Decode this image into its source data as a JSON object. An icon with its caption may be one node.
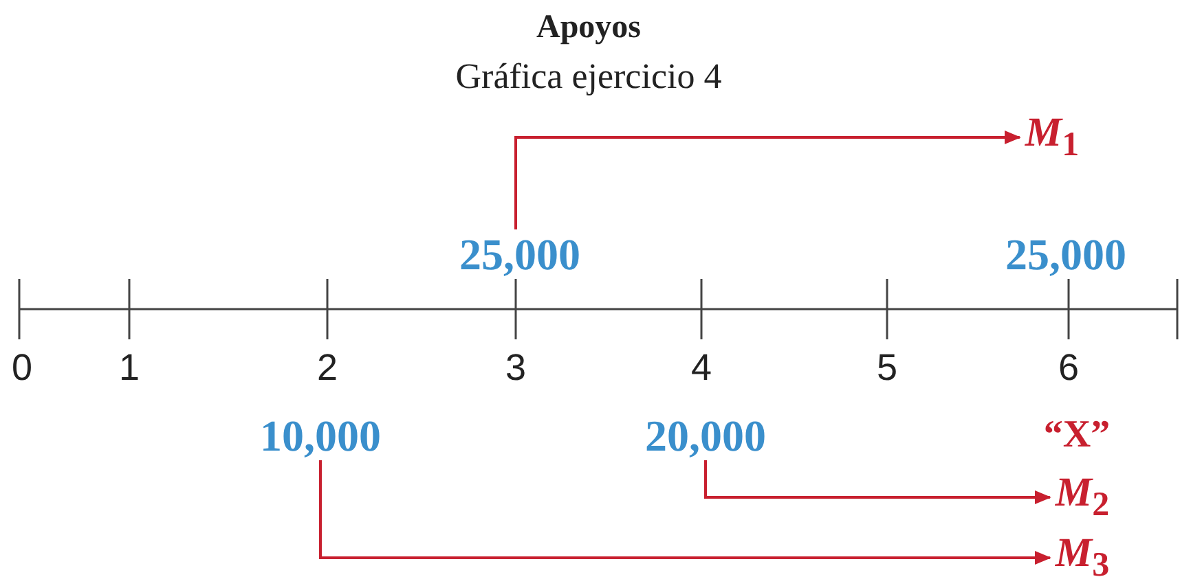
{
  "diagram": {
    "title": "Apoyos",
    "caption": "Gráfica ejercicio 4",
    "nodes": [
      {
        "text": [
          "M$_{1}$"
        ]
      },
      {
        "text": [
          "25,000"
        ]
      },
      {
        "text": [
          "10,000"
        ]
      },
      {
        "text": [
          "20,000"
        ]
      },
      {
        "text": [
          "M$_{2}$"
        ]
      },
      {
        "text": [
          "M$_{3}$"
        ]
      }
    ],
    "edges": [
      {
        "from": 1,
        "to": 0,
        "arrow": "to"
      },
      {
        "from": 3,
        "to": 4,
        "arrow": "to"
      },
      {
        "from": 2,
        "to": 5,
        "arrow": "to"
      }
    ],
    "labels": [
      "25,000",
      "0",
      "1",
      "2",
      "3",
      "4",
      "5",
      "6",
      "“X”"
    ]
  }
}
